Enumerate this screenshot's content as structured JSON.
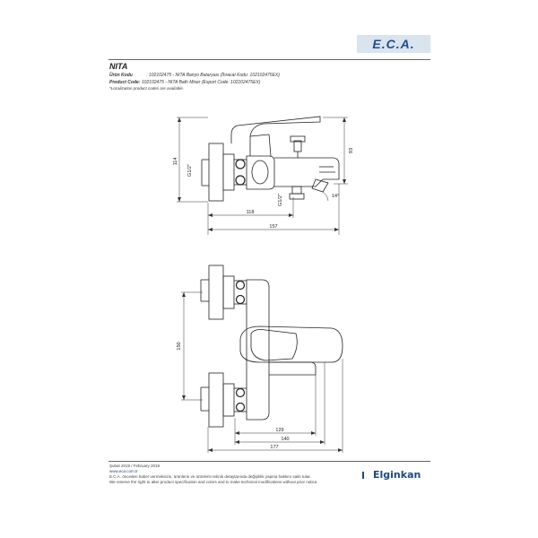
{
  "header": {
    "logo": "E.C.A.",
    "title": "NITA"
  },
  "product": {
    "tr_label": "Ürün Kodu",
    "tr_value": ": 102102475 - NITA Banyo Bataryası (İhracat Kodu: 102102475EX)",
    "en_label": "Product Code:",
    "en_value": "102102475 - NITA Bath Mixer (Export Code: 102102475EX)",
    "note": "*Localization product codes are available."
  },
  "dimensions": {
    "top_view": {
      "height": "114",
      "right_height": "93",
      "inlet": "G1/2\"",
      "outlet": "G1/2\"",
      "angle": "14°",
      "depth_inner": "118",
      "depth_total": "157"
    },
    "front_view": {
      "center_distance": "150",
      "d129": "129",
      "d140": "140",
      "d177": "177"
    }
  },
  "footer": {
    "date": "Şubat 2019 / February 2019",
    "website": "www.eca.com.tr",
    "disclaimer_tr": "E.C.A. önceden haber vermeksizin, ürünlerin ve ürünlerin teknik detaylarında değişiklik yapma hakkını saklı tutar.",
    "disclaimer_en": "We reserve the right to alter product specification and colors and to make technical modifications without prior notice.",
    "brand": "Elginkan"
  },
  "colors": {
    "brand_blue": "#1a4a8c",
    "logo_bg": "#d9e4ef"
  }
}
